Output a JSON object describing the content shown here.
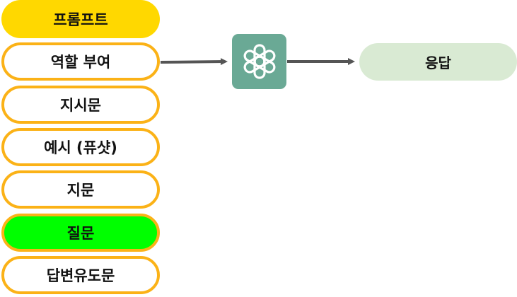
{
  "prompt": {
    "header_label": "프롬프트",
    "items": [
      {
        "label": "역할 부여",
        "highlight": false
      },
      {
        "label": "지시문",
        "highlight": false
      },
      {
        "label": "예시 (퓨샷)",
        "highlight": false
      },
      {
        "label": "지문",
        "highlight": false
      },
      {
        "label": "질문",
        "highlight": true
      },
      {
        "label": "답변유도문",
        "highlight": false
      }
    ]
  },
  "model": {
    "icon": "openai-logo-icon"
  },
  "response": {
    "label": "응답"
  },
  "colors": {
    "header_fill": "#ffd800",
    "item_border": "#fbb217",
    "highlight_fill": "#00ff00",
    "model_fill": "#6aa995",
    "response_fill": "#d9ead3",
    "arrow": "#555555"
  }
}
